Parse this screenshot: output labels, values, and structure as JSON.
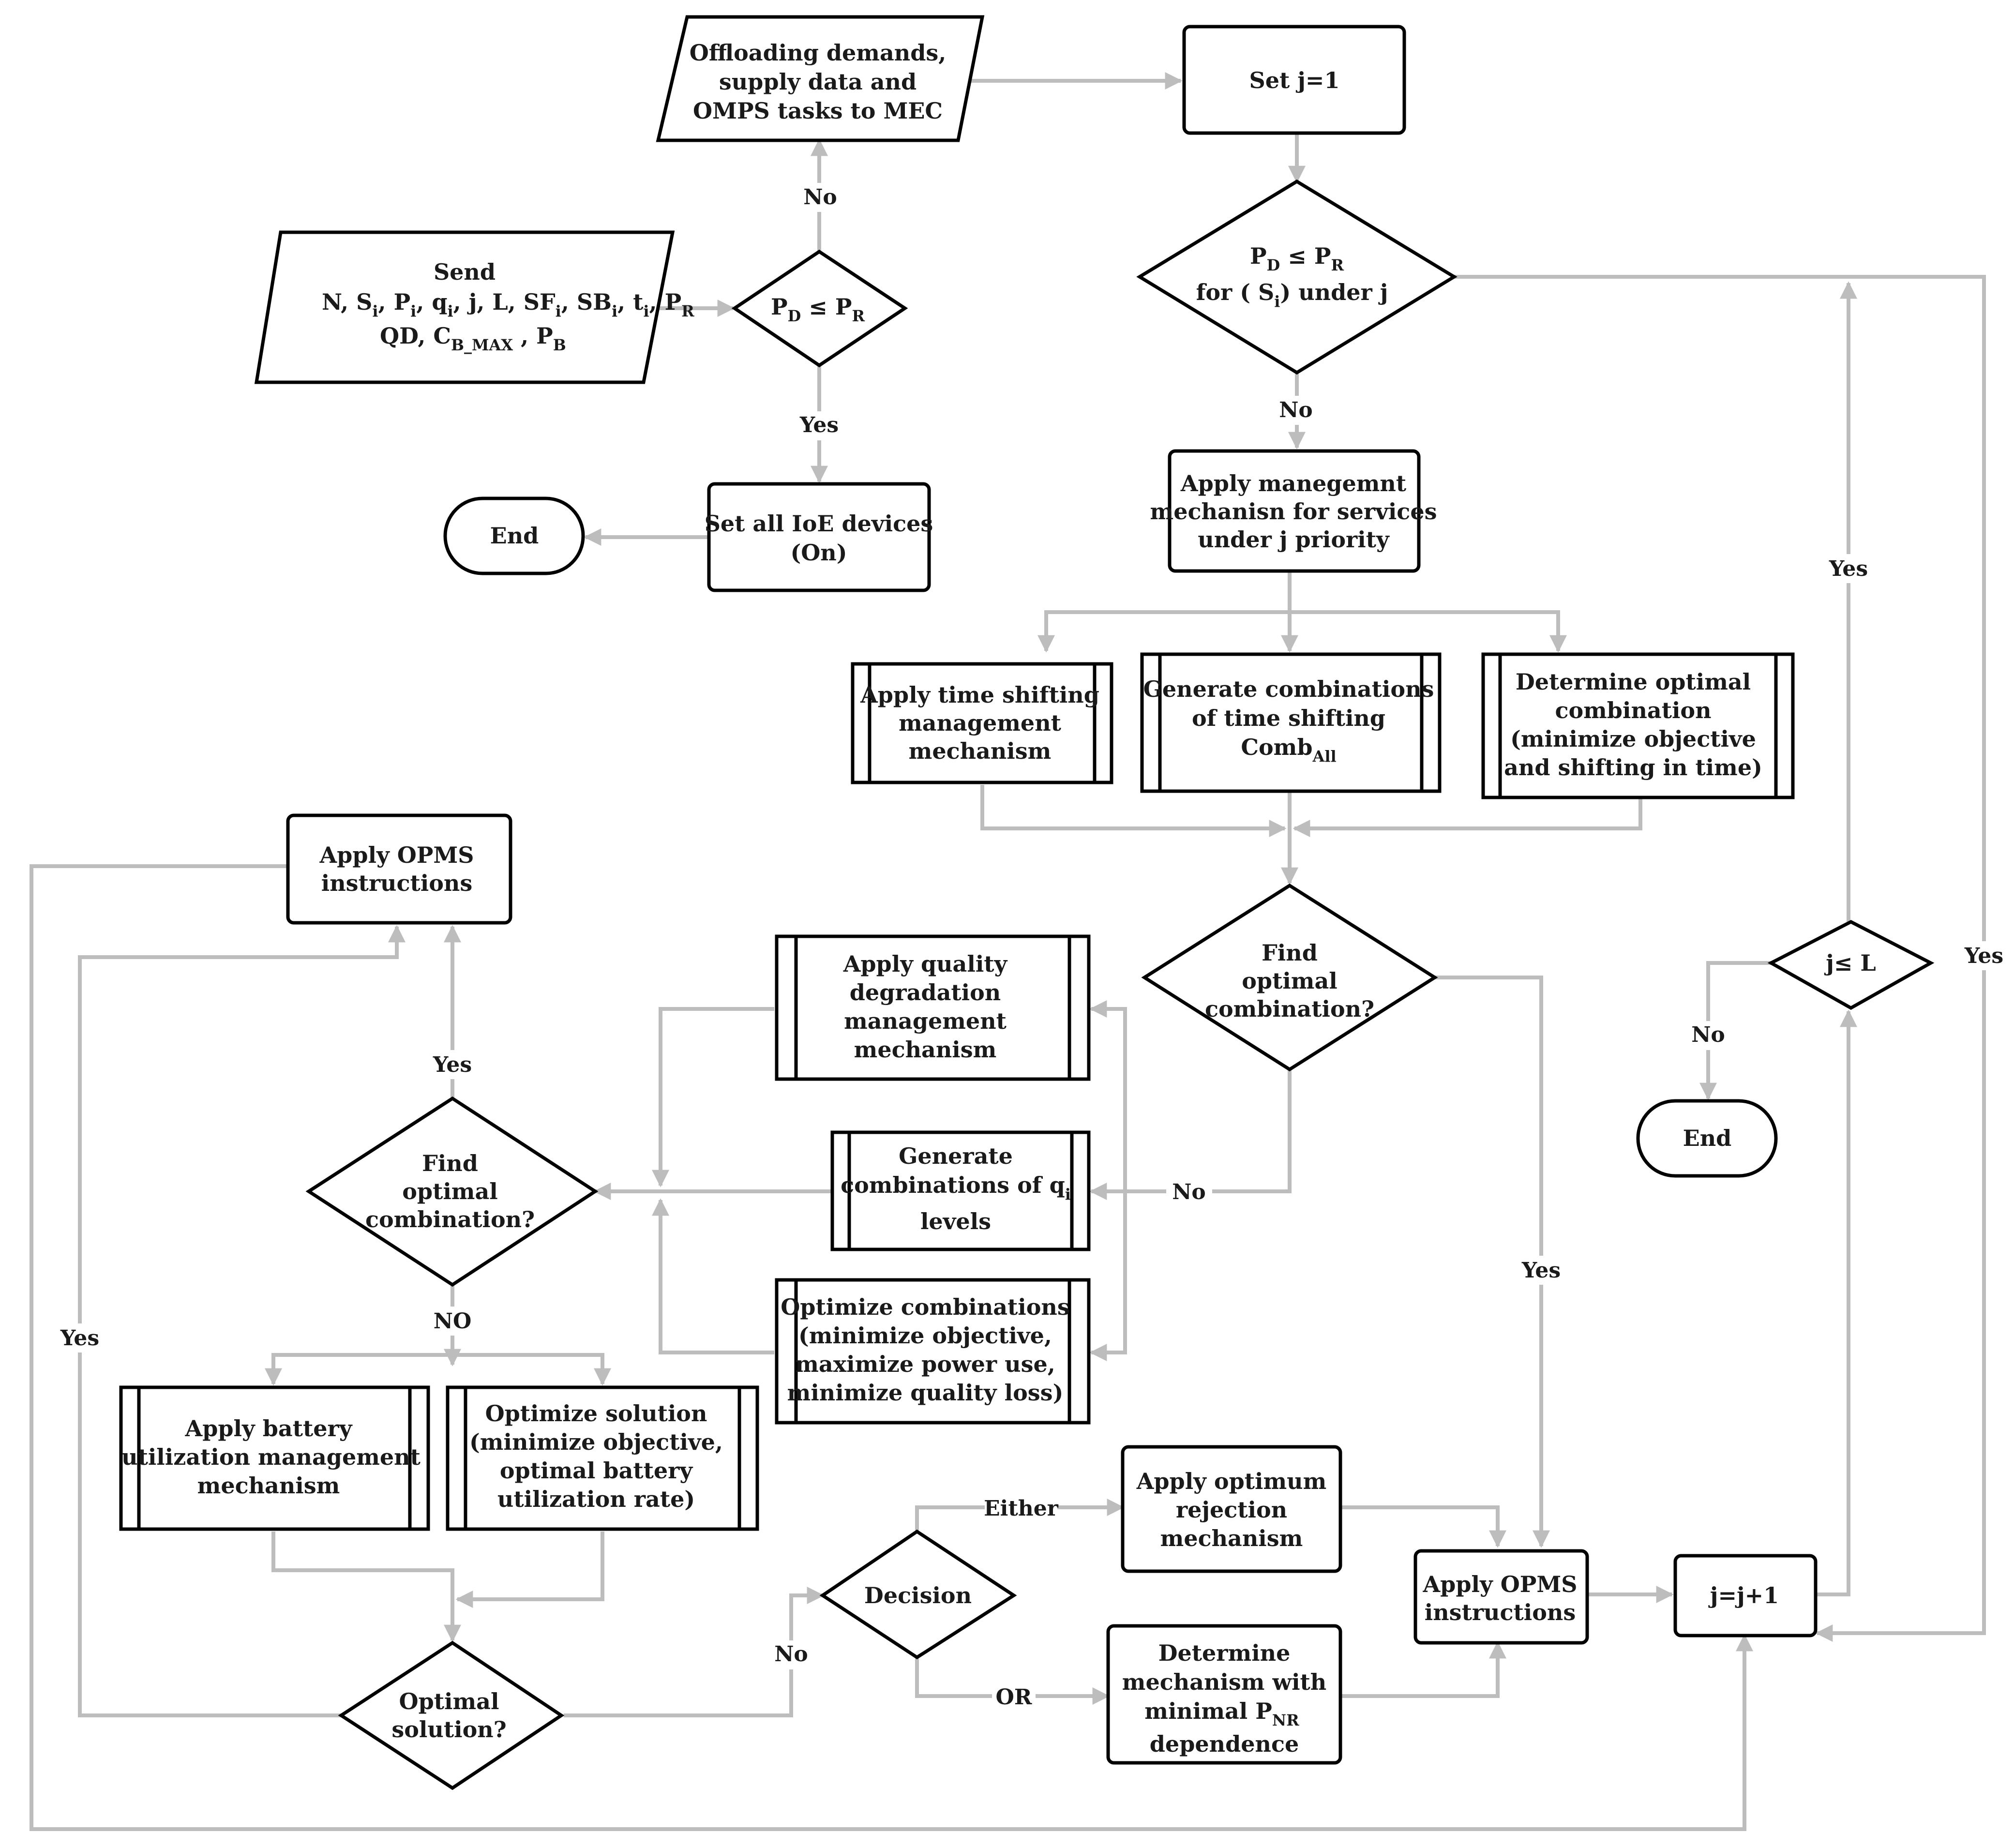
{
  "nodes": {
    "offloading": [
      "Offloading demands,",
      "supply data and",
      "OMPS tasks to MEC"
    ],
    "set_j1": "Set j=1",
    "send": {
      "title": "Send",
      "l1": {
        "N": "N",
        "S": "S",
        "i1": "i",
        "P": "P",
        "i2": "i",
        "q": "q",
        "i3": "i",
        "jL": "j, L",
        "SF": "SF",
        "i4": "i",
        "SB": "SB",
        "i5": "i",
        "t": "t",
        "i6": "i",
        "PR": "P",
        "R": "R"
      },
      "l2": {
        "QD": "QD",
        "CB": "C",
        "BMAX": "B_MAX",
        "PB": "P",
        "B": "B"
      }
    },
    "pd_pr_left": {
      "P1": "P",
      "D": "D",
      "op": " ≤ ",
      "P2": "P",
      "R": "R"
    },
    "pd_pr_main": {
      "P1": "P",
      "D": "D",
      "op": " ≤ ",
      "P2": "P",
      "R": "R",
      "pre": "for ( S",
      "i": "i",
      "post": ") under j"
    },
    "set_all_on": [
      "Set all IoE devices",
      "(On)"
    ],
    "end": "End",
    "apply_mgmt": [
      "Apply manegemnt",
      "mechanisn for services",
      "under j priority"
    ],
    "time_shift": [
      "Apply time shifting",
      "management",
      "mechanism"
    ],
    "gen_comb_time": {
      "l1": "Generate combinations",
      "l2": "of time shifting",
      "l3": "Comb",
      "sub": "All"
    },
    "det_optimal": [
      "Determine optimal",
      "combination",
      "(minimize objective",
      "and shifting in time)"
    ],
    "apply_opms_top": [
      "Apply OPMS",
      "instructions"
    ],
    "find_opt_center": [
      "Find",
      "optimal",
      "combination?"
    ],
    "quality_deg": [
      "Apply quality",
      "degradation",
      "management",
      "mechanism"
    ],
    "gen_comb_q": {
      "l1": "Generate",
      "l2": "combinations of q",
      "sub": "i",
      "l3": "levels"
    },
    "optimize_comb": [
      "Optimize combinations",
      "(minimize objective,",
      "maximize power use,",
      "minimize quality loss)"
    ],
    "find_opt_left": [
      "Find",
      "optimal",
      "combination?"
    ],
    "battery": [
      "Apply battery",
      "utilization management",
      "mechanism"
    ],
    "optimize_solution": [
      "Optimize solution",
      "(minimize objective,",
      "optimal battery",
      "utilization rate)"
    ],
    "optimal_solution": [
      "Optimal",
      "solution?"
    ],
    "decision": "Decision",
    "rejection": [
      "Apply optimum",
      "rejection",
      "mechanism"
    ],
    "det_mech": {
      "l1": "Determine",
      "l2": "mechanism with",
      "l3": "minimal P",
      "sub": "NR",
      "l4": "dependence"
    },
    "apply_opms_bottom": [
      "Apply OPMS",
      "instructions"
    ],
    "j_inc": "j=j+1",
    "j_le_L": "j≤ L",
    "end2": "End"
  },
  "edge_labels": {
    "no": "No",
    "yes": "Yes",
    "NO": "NO",
    "either": "Either",
    "or": "OR"
  }
}
